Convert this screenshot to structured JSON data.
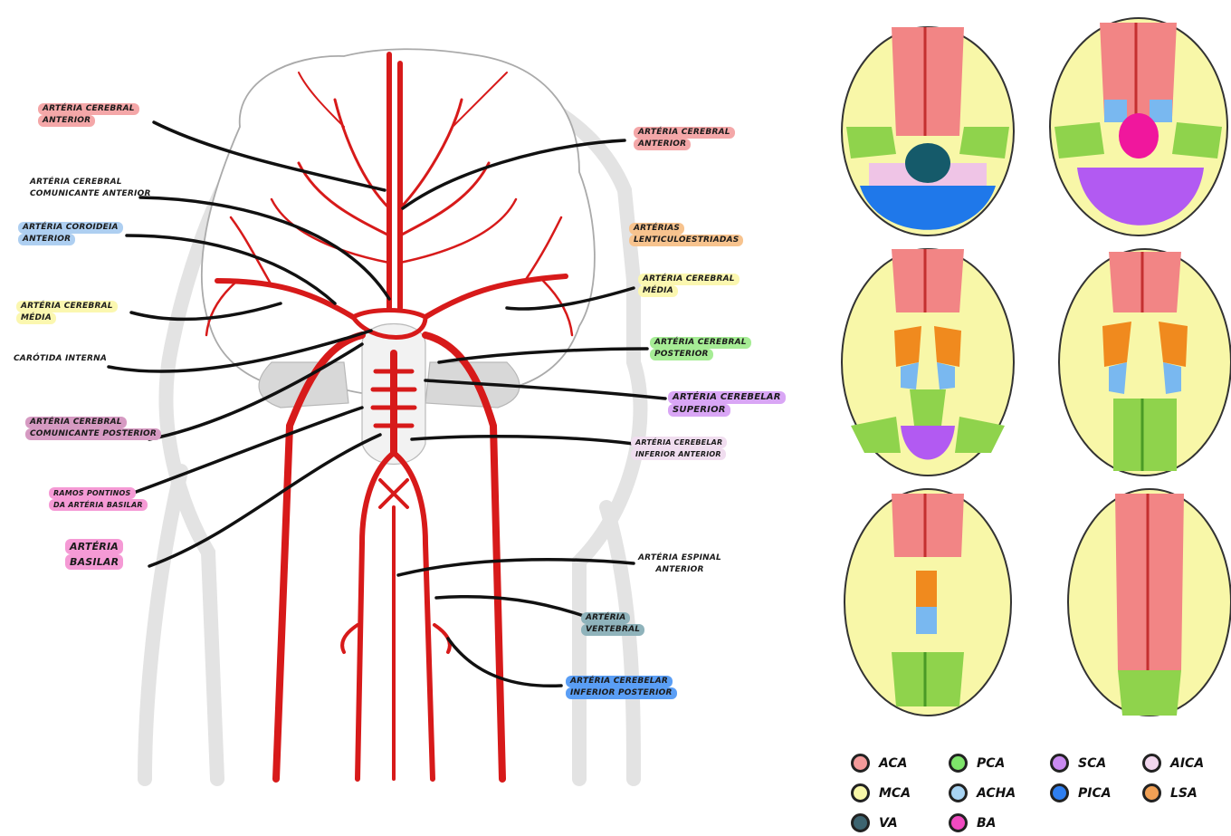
{
  "left_labels": [
    {
      "id": "aca-left",
      "lines": [
        "ARTÉRIA CEREBRAL",
        "ANTERIOR"
      ],
      "color": "#f4a7a8"
    },
    {
      "id": "acom",
      "lines": [
        "ARTÉRIA CEREBRAL",
        "COMUNICANTE ANTERIOR"
      ],
      "color": ""
    },
    {
      "id": "achoa",
      "lines": [
        "ARTÉRIA COROIDEIA",
        "ANTERIOR"
      ],
      "color": "#aecff1"
    },
    {
      "id": "mca-left",
      "lines": [
        "ARTÉRIA CEREBRAL",
        "MÉDIA"
      ],
      "color": "#fbf7b0"
    },
    {
      "id": "ica",
      "lines": [
        "CARÓTIDA INTERNA"
      ],
      "color": ""
    },
    {
      "id": "pcom",
      "lines": [
        "ARTÉRIA CEREBRAL",
        "COMUNICANTE POSTERIOR"
      ],
      "color": "#d69ac2"
    },
    {
      "id": "pontine",
      "lines": [
        "RAMOS PONTINOS",
        "DA ARTÉRIA BASILAR"
      ],
      "color": "#f59ad5"
    },
    {
      "id": "basilar",
      "lines": [
        "ARTÉRIA",
        "BASILAR"
      ],
      "color": "#f59ad5"
    }
  ],
  "right_labels": [
    {
      "id": "aca-right",
      "lines": [
        "ARTÉRIA CEREBRAL",
        "ANTERIOR"
      ],
      "color": "#f4a7a8"
    },
    {
      "id": "lsa",
      "lines": [
        "ARTÉRIAS",
        "LENTICULOESTRIADAS"
      ],
      "color": "#f7c38e"
    },
    {
      "id": "mca-right",
      "lines": [
        "ARTÉRIA CEREBRAL",
        "MÉDIA"
      ],
      "color": "#fbf7b0"
    },
    {
      "id": "pca",
      "lines": [
        "ARTÉRIA CEREBRAL",
        "POSTERIOR"
      ],
      "color": "#a6ec95"
    },
    {
      "id": "sca",
      "lines": [
        "ARTÉRIA CEREBELAR",
        "SUPERIOR"
      ],
      "color": "#d9a6f5"
    },
    {
      "id": "aica",
      "lines": [
        "ARTÉRIA CEREBELAR",
        "INFERIOR ANTERIOR"
      ],
      "color": "#f0ddef"
    },
    {
      "id": "asa",
      "lines": [
        "ARTÉRIA ESPINAL",
        "ANTERIOR"
      ],
      "color": ""
    },
    {
      "id": "va",
      "lines": [
        "ARTÉRIA",
        "VERTEBRAL"
      ],
      "color": "#8fb3bb"
    },
    {
      "id": "pica",
      "lines": [
        "ARTÉRIA CEREBELAR",
        "INFERIOR POSTERIOR"
      ],
      "color": "#5a9ef5"
    }
  ],
  "legend": [
    {
      "label": "ACA",
      "color": "#f39a9a"
    },
    {
      "label": "PCA",
      "color": "#7ee46a"
    },
    {
      "label": "SCA",
      "color": "#c98af0"
    },
    {
      "label": "AICA",
      "color": "#f2d7ee"
    },
    {
      "label": "MCA",
      "color": "#f8f7a8"
    },
    {
      "label": "ACHA",
      "color": "#a8d4f3"
    },
    {
      "label": "PICA",
      "color": "#2f7ff0"
    },
    {
      "label": "LSA",
      "color": "#f0a055"
    },
    {
      "label": "VA",
      "color": "#3d6470"
    },
    {
      "label": "BA",
      "color": "#f04ac0"
    }
  ],
  "colors": {
    "artery": "#d71a1a",
    "aca": "#f28585",
    "aca_dark": "#e05555",
    "mca": "#f8f7a8",
    "pca": "#8fd34c",
    "sca": "#b25af2",
    "aica": "#efc4e6",
    "pica": "#1f78ea",
    "acha": "#79b8f0",
    "lsa": "#f08a1e",
    "va": "#155a6a",
    "ba": "#f0179d"
  }
}
